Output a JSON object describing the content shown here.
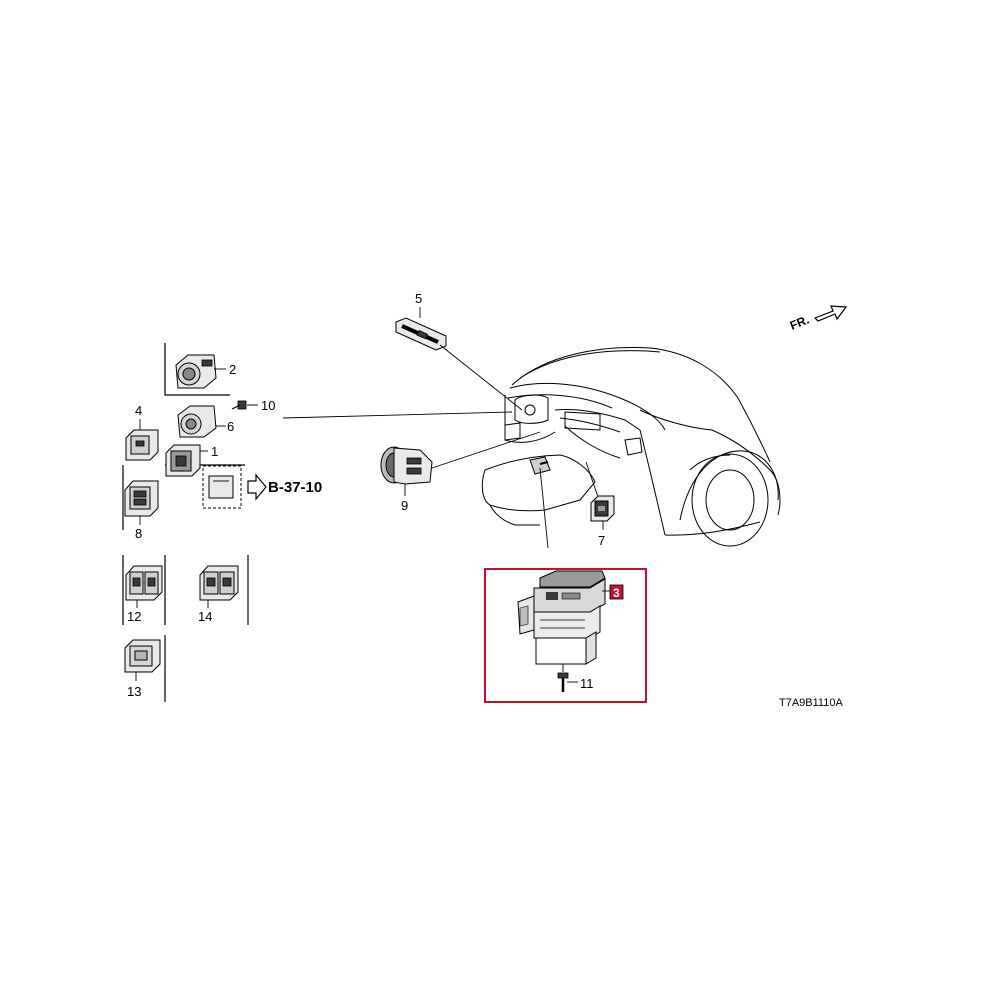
{
  "callouts": {
    "p1": "1",
    "p2": "2",
    "p3": "3",
    "p4": "4",
    "p5": "5",
    "p6": "6",
    "p7": "7",
    "p8": "8",
    "p9": "9",
    "p10": "10",
    "p11": "11",
    "p12": "12",
    "p13": "13",
    "p14": "14"
  },
  "reference": "B-37-10",
  "direction": "FR.",
  "drawing_code": "T7A9B1110A",
  "colors": {
    "highlight": "#c8102e"
  }
}
